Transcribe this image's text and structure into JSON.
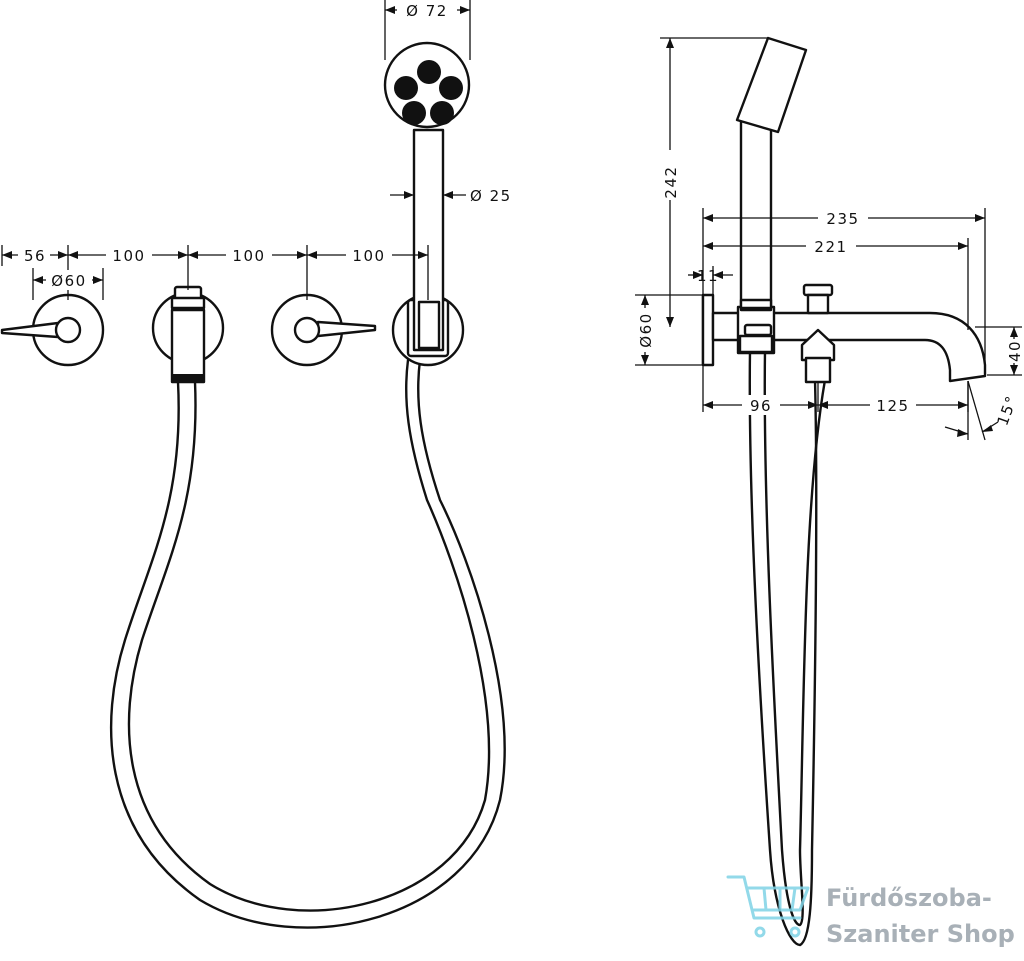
{
  "dimensions": {
    "head_diameter": "Ø 72",
    "handle_diameter": "Ø 25",
    "left_offset": "56",
    "rosette_diameter_front": "Ø60",
    "spacing_1": "100",
    "spacing_2": "100",
    "spacing_3": "100",
    "height": "242",
    "projection_total": "235",
    "projection_spout": "221",
    "flange_thickness": "11",
    "rosette_diameter_side": "Ø60",
    "spout_height": "40",
    "body_depth": "96",
    "spout_reach": "125",
    "spout_angle": "15°"
  },
  "watermark": {
    "line1": "Fürdőszoba-",
    "line2": "Szaniter Shop"
  },
  "colors": {
    "line": "#111111",
    "watermark": "#9aa3ab",
    "watermark_icon": "#7fd3e6"
  }
}
